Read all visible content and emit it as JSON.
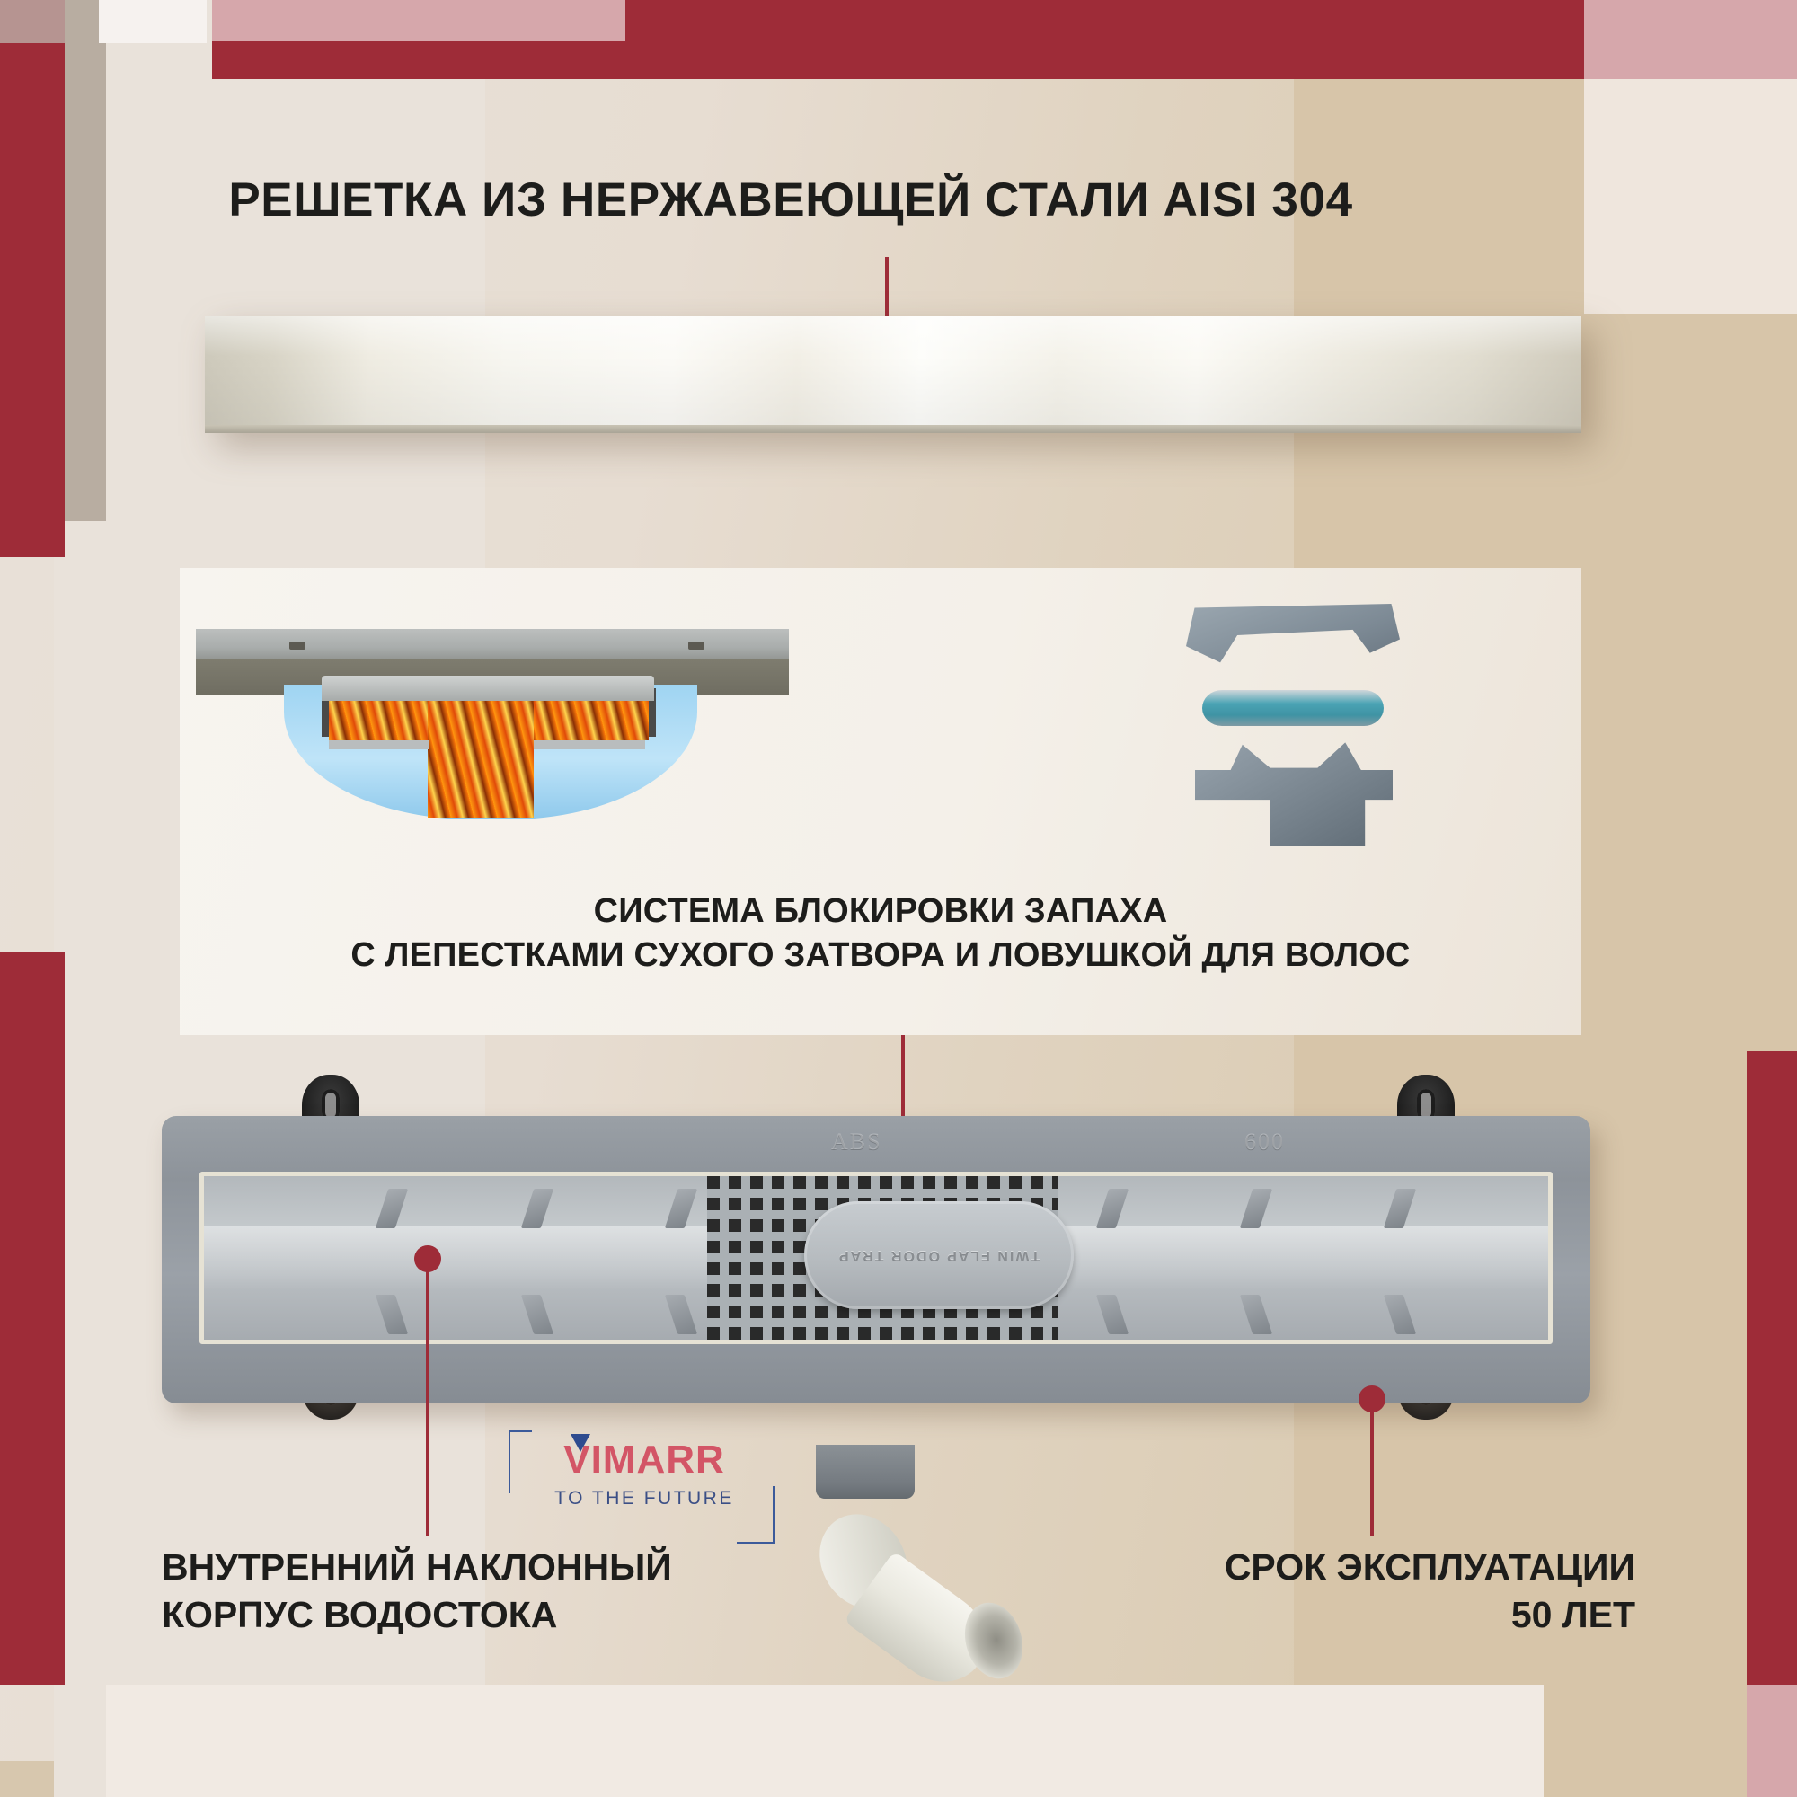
{
  "title": "РЕШЕТКА ИЗ НЕРЖАВЕЮЩЕЙ СТАЛИ AISI 304",
  "card": {
    "caption_line1": "СИСТЕМА БЛОКИРОВКИ ЗАПАХА",
    "caption_line2": "С ЛЕПЕСТКАМИ СУХОГО ЗАТВОРА И ЛОВУШКОЙ ДЛЯ ВОЛОС"
  },
  "product": {
    "odor_cap_label": "TWIN FLAP ODOR TRAP",
    "emboss_material": "ABS",
    "emboss_size": "600"
  },
  "logo": {
    "name": "VIMARR",
    "tagline": "TO THE FUTURE"
  },
  "captions": {
    "bottom_left_line1": "ВНУТРЕННИЙ НАКЛОННЫЙ",
    "bottom_left_line2": "КОРПУС ВОДОСТОКА",
    "bottom_right_line1": "СРОК ЭКСПЛУАТАЦИИ",
    "bottom_right_line2": "50 ЛЕТ"
  },
  "colors": {
    "accent_red": "#9e2c38",
    "pink": "#d6a7ab",
    "tan": "#d7c5a9",
    "cream": "#efe6dd",
    "logo_red": "#d35566",
    "logo_blue": "#3b5a9a",
    "text_dark": "#1d1d1b",
    "steel": "#9aa0a6",
    "water_blue": "#9fd4f2",
    "teal_part": "#4aa3b4"
  }
}
